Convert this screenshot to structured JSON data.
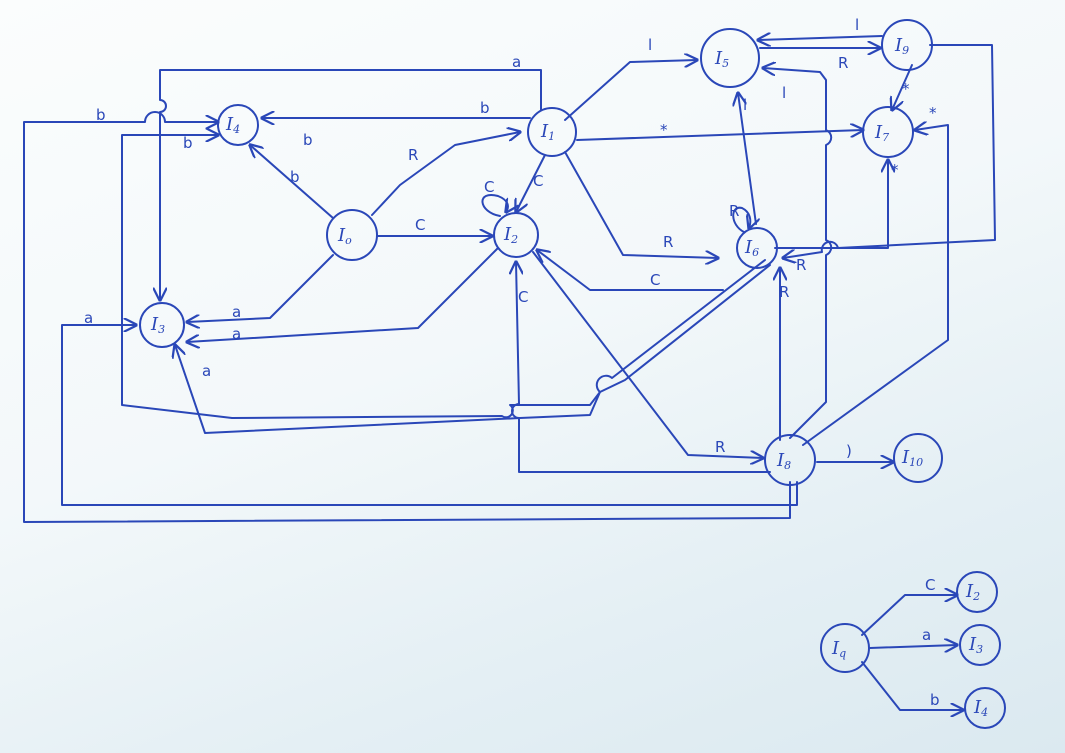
{
  "nodes": [
    {
      "id": "I0",
      "base": "I",
      "sub": "o"
    },
    {
      "id": "I1",
      "base": "I",
      "sub": "1"
    },
    {
      "id": "I2",
      "base": "I",
      "sub": "2"
    },
    {
      "id": "I3",
      "base": "I",
      "sub": "3"
    },
    {
      "id": "I4",
      "base": "I",
      "sub": "4"
    },
    {
      "id": "I5",
      "base": "I",
      "sub": "5"
    },
    {
      "id": "I6",
      "base": "I",
      "sub": "6"
    },
    {
      "id": "I7",
      "base": "I",
      "sub": "7"
    },
    {
      "id": "I8",
      "base": "I",
      "sub": "8"
    },
    {
      "id": "I9",
      "base": "I",
      "sub": "9"
    },
    {
      "id": "I10",
      "base": "I",
      "sub": "10"
    },
    {
      "id": "Iq",
      "base": "I",
      "sub": "q"
    },
    {
      "id": "Iz2",
      "base": "I",
      "sub": "2"
    },
    {
      "id": "Iz3",
      "base": "I",
      "sub": "3"
    },
    {
      "id": "Iz4",
      "base": "I",
      "sub": "4"
    }
  ],
  "edge_labels": {
    "a": "a",
    "b": "b",
    "c": "C",
    "R": "R",
    "l": "l",
    "star": "*",
    "paren": ")",
    "c_lower": "c"
  },
  "colors": {
    "ink": "#2a47b8",
    "paper": "#f3f8fa"
  }
}
